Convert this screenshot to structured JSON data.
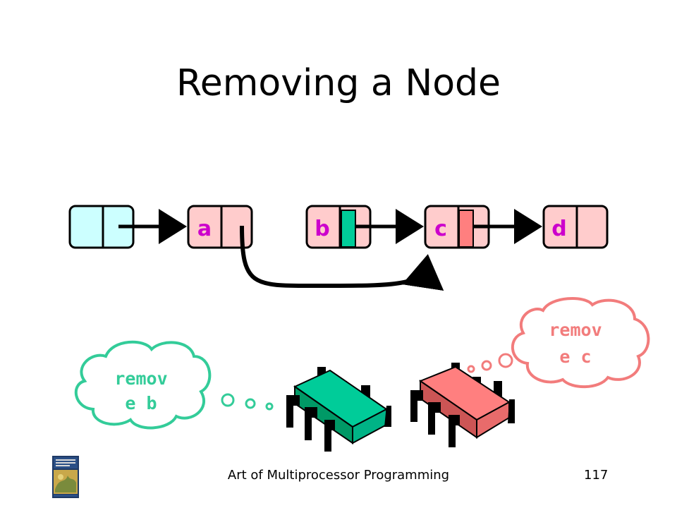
{
  "title": "Removing a Node",
  "nodes": [
    {
      "label": "",
      "fill": "#ccffff"
    },
    {
      "label": "a",
      "fill": "#ffcccc"
    },
    {
      "label": "b",
      "fill": "#ffcccc"
    },
    {
      "label": "c",
      "fill": "#ffcccc"
    },
    {
      "label": "d",
      "fill": "#ffcccc"
    }
  ],
  "threads": [
    {
      "thought_line1": "remov",
      "thought_line2": "e b",
      "color": "#33cc99",
      "body_color": "#00cc99"
    },
    {
      "thought_line1": "remov",
      "thought_line2": "e c",
      "color": "#f27c7c",
      "body_color": "#ff7f7f"
    }
  ],
  "footer": {
    "text": "Art of Multiprocessor Programming",
    "page": "117"
  },
  "icons": {
    "book": "book-cover-icon",
    "processor": "processor-chip-icon"
  }
}
